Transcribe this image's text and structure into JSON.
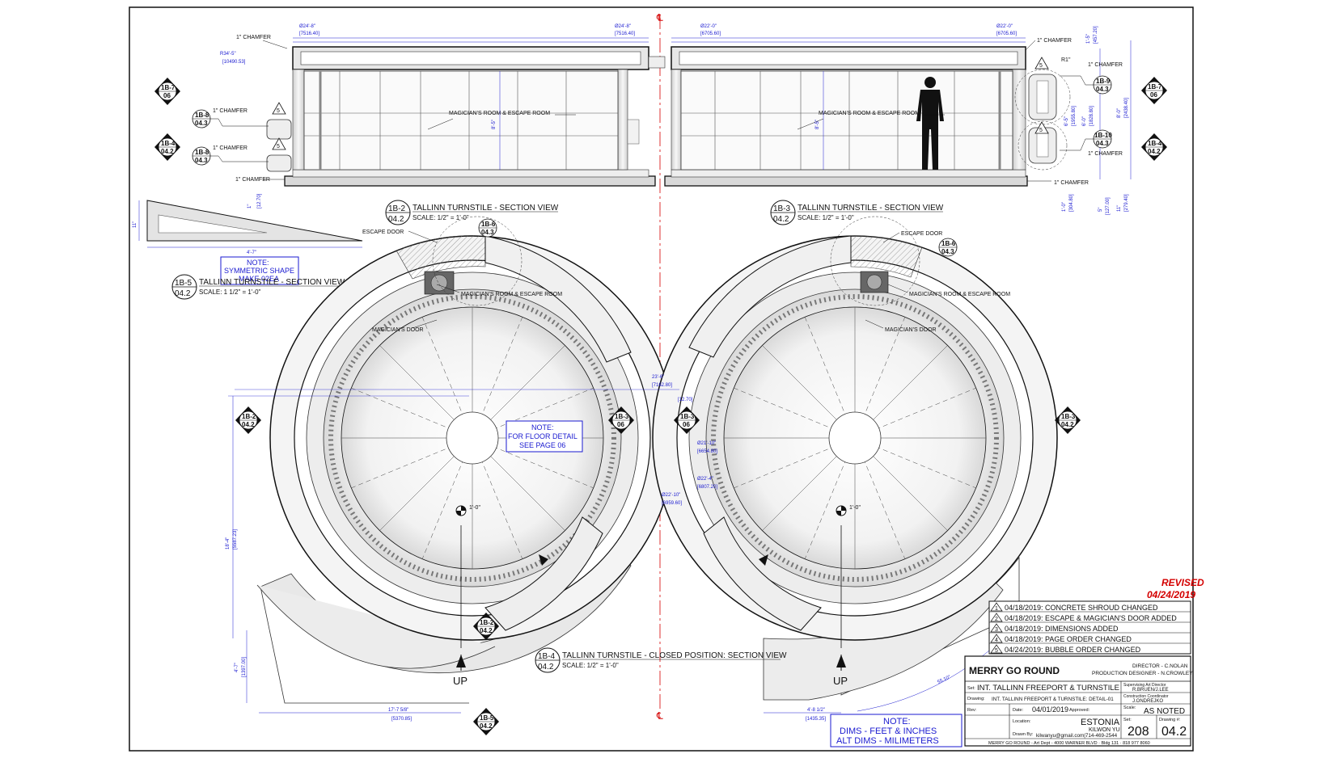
{
  "elevations": {
    "left": {
      "title_bubble": {
        "top": "1B-2",
        "bottom": "04.2"
      },
      "title": "TALLINN TURNSTILE - SECTION VIEW",
      "scale": "SCALE: 1/2\" = 1'-0\"",
      "room_label": "MAGICIAN'S ROOM & ESCAPE ROOM",
      "height_dim": "8'-5\"",
      "dims": [
        "Ø24'-8\"",
        "[7516.40]",
        "Ø24'-8\"",
        "[7516.40]",
        "R34'-5\"",
        "[10490.53]",
        "1\"",
        "[12.70]"
      ],
      "chamfers": [
        "1\" CHAMFER",
        "1\" CHAMFER",
        "1\" CHAMFER",
        "1\" CHAMFER"
      ],
      "bubbles": [
        {
          "top": "1B-7",
          "bottom": "06"
        },
        {
          "top": "1B-8",
          "bottom": "04.3"
        },
        {
          "top": "1B-4",
          "bottom": "04.2"
        },
        {
          "top": "1B-8",
          "bottom": "04.3"
        }
      ],
      "rev_marks": [
        "5",
        "5"
      ]
    },
    "right": {
      "title_bubble": {
        "top": "1B-3",
        "bottom": "04.2"
      },
      "title": "TALLINN TURNSTILE - SECTION VIEW",
      "scale": "SCALE: 1/2\" = 1'-0\"",
      "room_label": "MAGICIAN'S ROOM & ESCAPE ROOM",
      "height_dim": "8'-5\"",
      "dims": [
        "Ø22'-0\"",
        "[6705.60]",
        "Ø22'-0\"",
        "[6705.60]",
        "R1\"",
        "1'-5\"",
        "[457.20]",
        "6'-5\"",
        "[1955.80]",
        "6'-0\"",
        "[1828.80]",
        "8'-0\"",
        "[2438.40]",
        "1'-0\"",
        "[304.80]",
        "5\"",
        "[127.00]",
        "11\"",
        "[279.40]"
      ],
      "chamfers": [
        "1\" CHAMFER",
        "1\" CHAMFER",
        "1\" CHAMFER",
        "1\" CHAMFER"
      ],
      "bubbles": [
        {
          "top": "1B-9",
          "bottom": "04.3"
        },
        {
          "top": "1B-10",
          "bottom": "04.3"
        },
        {
          "top": "1B-7",
          "bottom": "06"
        },
        {
          "top": "1B-4",
          "bottom": "04.2"
        }
      ],
      "rev_marks": [
        "5",
        "5"
      ]
    }
  },
  "wedge_detail": {
    "title_bubble": {
      "top": "1B-5",
      "bottom": "04.2"
    },
    "title": "TALLINN TURNSTILE - SECTION VIEW",
    "scale": "SCALE: 1 1/2\" = 1'-0\"",
    "note": [
      "NOTE:",
      "SYMMETRIC SHAPE",
      "MAKE 02EA"
    ],
    "width_dim": "4'-7\"",
    "height_dim": "11\""
  },
  "plans": {
    "left": {
      "labels": [
        "ESCAPE DOOR",
        "MAGICIAN'S ROOM & ESCAPE ROOM",
        "MAGICIAN'S DOOR"
      ],
      "center_dim": "1'-0\"",
      "up_label": "UP",
      "bubbles": [
        {
          "top": "1B-6",
          "bottom": "04.3"
        },
        {
          "top": "1B-2",
          "bottom": "04.2"
        },
        {
          "top": "1B-3",
          "bottom": "06"
        },
        {
          "top": "1B-2",
          "bottom": "04.2"
        },
        {
          "top": "1B-5",
          "bottom": "04.2"
        }
      ],
      "note": [
        "NOTE:",
        "FOR FLOOR DETAIL",
        "SEE PAGE 06"
      ],
      "dims": [
        "18'-4\"",
        "[5587.23]",
        "4'-7\"",
        "[1397.00]",
        "17'-7 5/8\"",
        "[5370.85]"
      ]
    },
    "right": {
      "labels": [
        "ESCAPE DOOR",
        "MAGICIAN'S ROOM & ESCAPE ROOM",
        "MAGICIAN'S DOOR"
      ],
      "center_dim": "1'-0\"",
      "up_label": "UP",
      "bubbles": [
        {
          "top": "1B-6",
          "bottom": "04.3"
        },
        {
          "top": "1B-3",
          "bottom": "06"
        },
        {
          "top": "1B-3",
          "bottom": "04.2"
        }
      ],
      "dims": [
        "Ø21'-10\"",
        "[6654.80]",
        "Ø22'-4\"",
        "[6807.20]",
        "4'-8 1/2\"",
        "[1435.35]",
        "55.10°"
      ]
    },
    "middle_dims": [
      "23'-6\"",
      "[7162.80]",
      "[12.70]",
      "Ø22'-10\"",
      "[6959.60]"
    ]
  },
  "closed_view": {
    "title_bubble": {
      "top": "1B-4",
      "bottom": "04.2"
    },
    "title": "TALLINN TURNSTILE - CLOSED POSITION: SECTION VIEW",
    "scale": "SCALE: 1/2\" = 1'-0\""
  },
  "centerline_mark": "℄",
  "dims_note": [
    "NOTE:",
    "DIMS - FEET & INCHES",
    "ALT DIMS - MILIMETERS"
  ],
  "revised": {
    "label": "REVISED",
    "date": "04/24/2019"
  },
  "revisions": [
    {
      "num": "1",
      "text": "04/18/2019: CONCRETE SHROUD CHANGED"
    },
    {
      "num": "2",
      "text": "04/18/2019: ESCAPE & MAGICIAN'S DOOR ADDED"
    },
    {
      "num": "3",
      "text": "04/18/2019: DIMENSIONS ADDED"
    },
    {
      "num": "4",
      "text": "04/18/2019: PAGE ORDER CHANGED"
    },
    {
      "num": "5",
      "text": "04/24/2019: BUBBLE ORDER CHANGED"
    }
  ],
  "title_block": {
    "project": "MERRY GO ROUND",
    "director": "DIRECTOR - C.NOLAN",
    "production_designer": "PRODUCTION DESIGNER - N.CROWLEY",
    "set_label": "Set:",
    "set": "INT. TALLINN FREEPORT & TURNSTILE",
    "sup_label": "Supervising Art Director",
    "supervisor": "R.BRUEN/J.LEE",
    "drawing_label": "Drawing:",
    "drawing": "INT. TALLINN FREEPORT & TURNSTILE: DETAIL-01",
    "coord_label": "Construction Coordinator",
    "coordinator": "J.ONDREJKO",
    "rev_label": "Rev:",
    "date_label": "Date:",
    "date": "04/01/2019",
    "approved_label": "Approved:",
    "scale_label": "Scale:",
    "scale": "AS NOTED",
    "location_label": "Location:",
    "location": "ESTONIA",
    "drawn_by_label": "Drawn By:",
    "drawn_by": "KILWON YU",
    "contact": "kilwanyu@gmail.com|714-469-2544",
    "set_no_label": "Set:",
    "set_no": "208",
    "drawing_no_label": "Drawing #:",
    "drawing_no": "04.2",
    "footer": "MERRY GO ROUND - Art Dept - 4000 WARNER BLVD · Bldg 131 · 818 977 8060"
  },
  "colors": {
    "line": "#111111",
    "dim_blue": "#1a1ad0",
    "revision_red": "#d40000",
    "centerline_red": "#d40000",
    "fill_gray": "#e9e9e9"
  }
}
